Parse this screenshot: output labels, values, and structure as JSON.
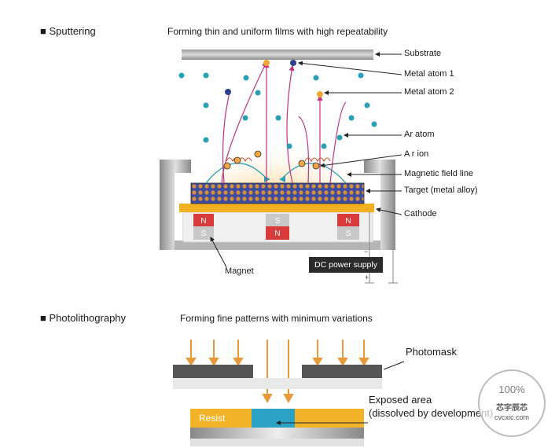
{
  "sputtering": {
    "heading": "■ Sputtering",
    "subtitle": "Forming thin and uniform films with high repeatability",
    "labels": {
      "substrate": "Substrate",
      "metal_atom_1": "Metal atom 1",
      "metal_atom_2": "Metal atom 2",
      "ar_atom": "Ar atom",
      "ar_ion": "A r ion",
      "magnetic_field_line": "Magnetic field line",
      "target": "Target (metal alloy)",
      "cathode": "Cathode",
      "magnet": "Magnet",
      "dc_power": "DC power supply"
    },
    "magnets": [
      {
        "top": "N",
        "bottom": "S"
      },
      {
        "top": "S",
        "bottom": "N"
      },
      {
        "top": "N",
        "bottom": "S"
      }
    ],
    "polarity": {
      "minus": "−",
      "plus": "+"
    }
  },
  "photolithography": {
    "heading": "■ Photolithography",
    "subtitle": "Forming fine patterns with minimum variations",
    "labels": {
      "photomask": "Photomask",
      "exposed_area_line1": "Exposed area",
      "exposed_area_line2": "(dissolved by development)",
      "resist": "Resist"
    }
  },
  "watermark": {
    "percent": "100%",
    "chinese": "芯宇辰芯",
    "url": "cvcxic.com"
  },
  "colors": {
    "orange": "#f2a531",
    "ar_atom": "#2aa0b4",
    "metal_atom_1": "#2f3f8f",
    "magenta": "#c2337e",
    "exposed": "#2aa3c7"
  }
}
